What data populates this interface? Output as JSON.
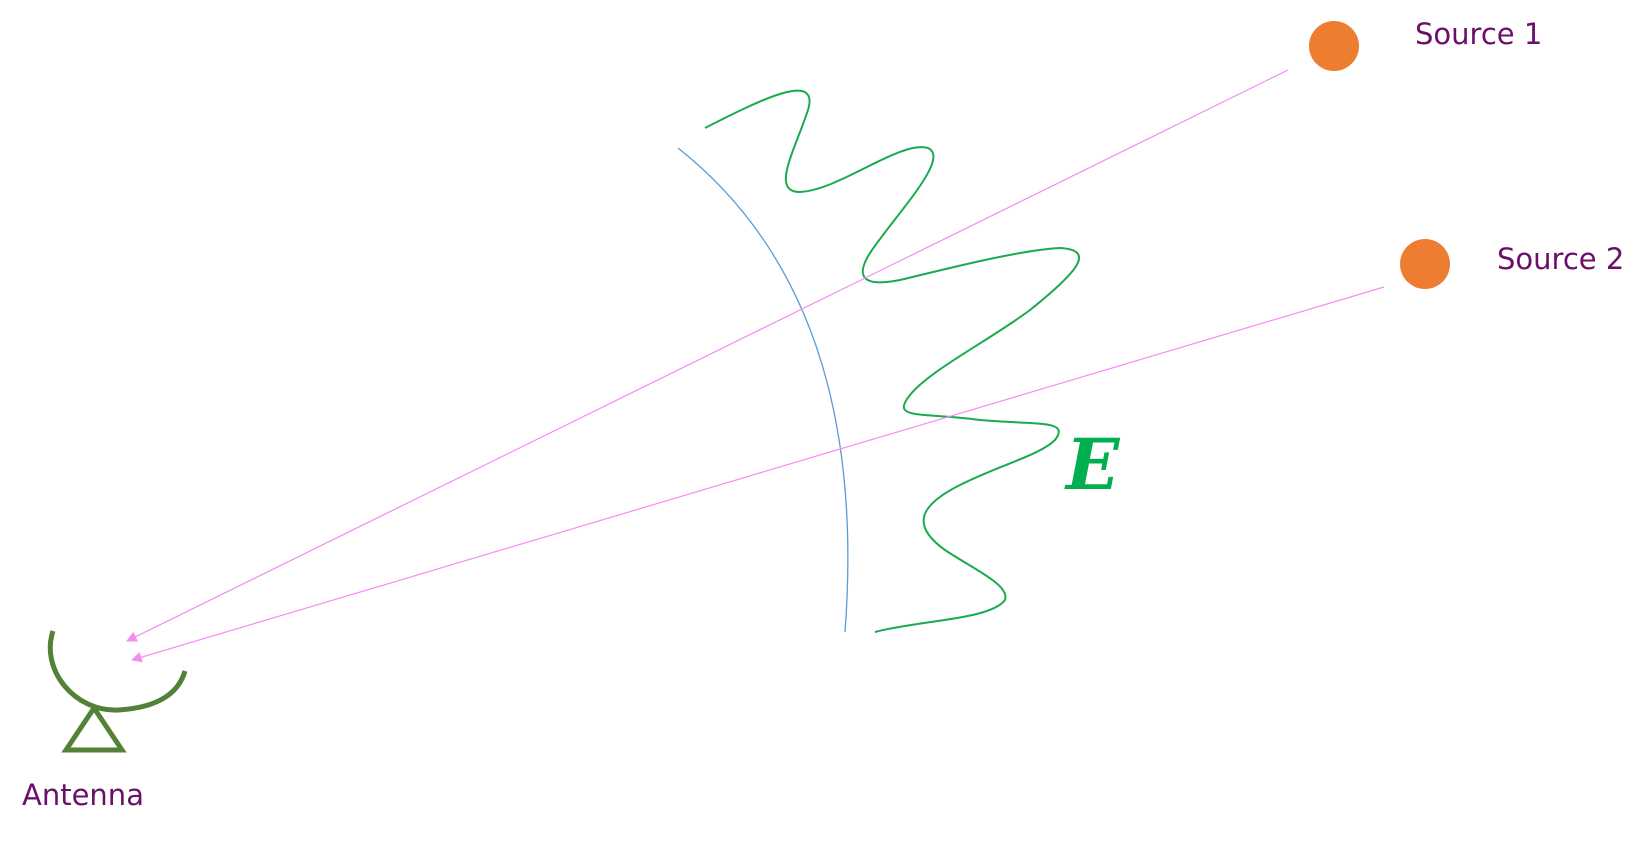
{
  "labels": {
    "source1": "Source 1",
    "source2": "Source 2",
    "antenna": "Antenna",
    "field": "E"
  },
  "colors": {
    "label_text": "#6b0f6b",
    "source_fill": "#ed7d31",
    "ray": "#f48cf4",
    "wave": "#1aab4f",
    "wavefront": "#5b9bd5",
    "antenna": "#538135",
    "field_label": "#00b050"
  },
  "icons": {
    "source": "filled-circle",
    "antenna": "dish-antenna-icon"
  }
}
